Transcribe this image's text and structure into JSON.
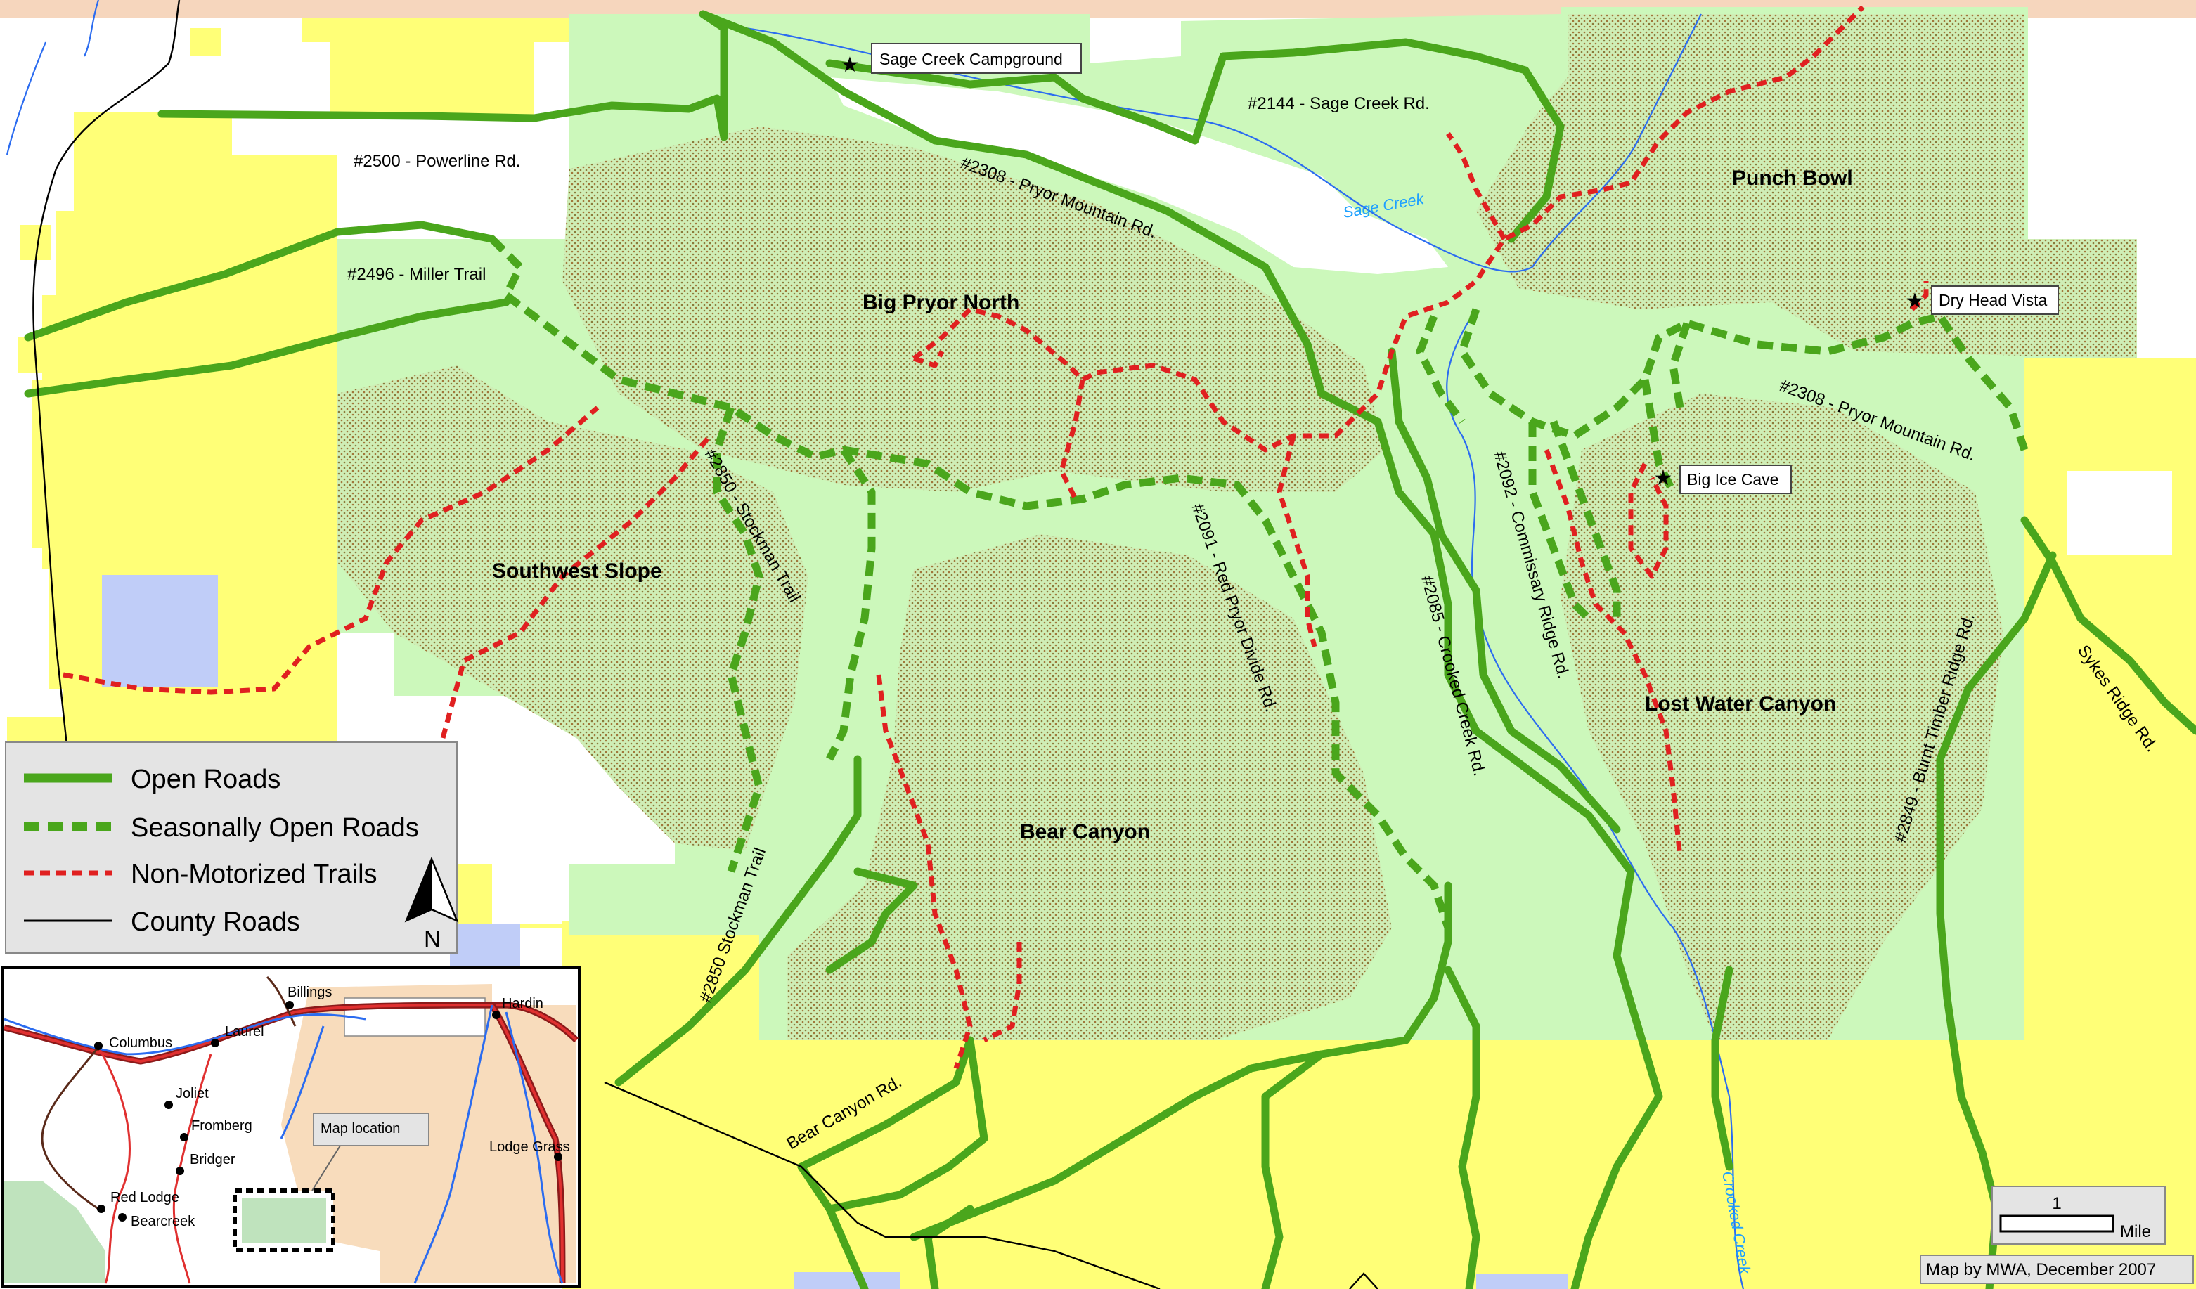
{
  "map": {
    "areas": {
      "big_pryor_north": "Big Pryor North",
      "punch_bowl": "Punch Bowl",
      "southwest_slope": "Southwest Slope",
      "bear_canyon": "Bear Canyon",
      "lost_water_canyon": "Lost Water Canyon"
    },
    "roads": {
      "powerline": "#2500 - Powerline Rd.",
      "miller": "#2496 - Miller Trail",
      "pryor_mountain_north": "#2308 - Pryor Mountain Rd.",
      "sage_creek": "#2144 - Sage Creek Rd.",
      "stockman_upper": "#2850 - Stockman Trail",
      "stockman_lower": "#2850 Stockman Trail",
      "red_pryor": "#2091 - Red Pryor Divide Rd.",
      "crooked_creek": "#2085 - Crooked Creek Rd.",
      "commissary": "#2092 - Commissary Ridge Rd.",
      "pryor_mountain_east": "#2308 - Pryor Mountain Rd.",
      "burnt_timber": "#2849 - Burnt Timber Ridge Rd.",
      "sykes": "Sykes Ridge Rd.",
      "bear_canyon_rd": "Bear Canyon Rd."
    },
    "creeks": {
      "sage_creek": "Sage Creek",
      "crooked_creek": "Crooked Creek"
    },
    "pois": {
      "sage_creek_campground": "Sage Creek Campground",
      "dry_head_vista": "Dry Head Vista",
      "big_ice_cave": "Big Ice Cave"
    },
    "colors": {
      "private_land": "#ffff77",
      "wilderness_area": "#ccf8bb",
      "forest_stipple": "#8a7a3a",
      "open_road": "#4aa61c",
      "trail": "#e02020",
      "creek": "#2b6cf0",
      "water": "#c0cdf8",
      "tribal_land": "#f8dcbc"
    }
  },
  "legend": {
    "open_roads": "Open Roads",
    "seasonal_roads": "Seasonally Open Roads",
    "trails": "Non-Motorized Trails",
    "county_roads": "County Roads",
    "north": "N"
  },
  "inset": {
    "cities": {
      "billings": "Billings",
      "hardin": "Hardin",
      "columbus": "Columbus",
      "laurel": "Laurel",
      "joliet": "Joliet",
      "fromberg": "Fromberg",
      "bridger": "Bridger",
      "red_lodge": "Red Lodge",
      "bearcreek": "Bearcreek",
      "lodge_grass": "Lodge Grass"
    },
    "callout": "Map location"
  },
  "scale": {
    "value": "1",
    "unit": "Mile"
  },
  "credit": "Map by MWA, December 2007"
}
